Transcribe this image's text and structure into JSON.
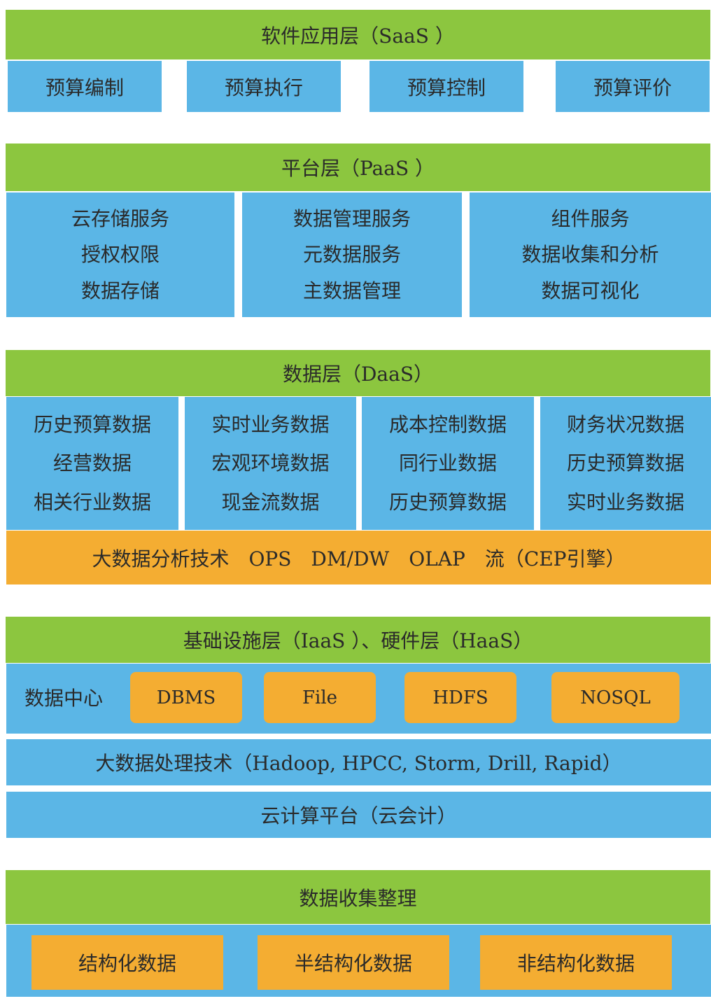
{
  "saas": {
    "title": "软件应用层（SaaS ）",
    "items": [
      "预算编制",
      "预算执行",
      "预算控制",
      "预算评价"
    ]
  },
  "paas": {
    "title": "平台层（PaaS ）",
    "columns": [
      [
        "云存储服务",
        "授权权限",
        "数据存储"
      ],
      [
        "数据管理服务",
        "元数据服务",
        "主数据管理"
      ],
      [
        "组件服务",
        "数据收集和分析",
        "数据可视化"
      ]
    ]
  },
  "daas": {
    "title": "数据层（DaaS）",
    "columns": [
      [
        "历史预算数据",
        "经营数据",
        "相关行业数据"
      ],
      [
        "实时业务数据",
        "宏观环境数据",
        "现金流数据"
      ],
      [
        "成本控制数据",
        "同行业数据",
        "历史预算数据"
      ],
      [
        "财务状况数据",
        "历史预算数据",
        "实时业务数据"
      ]
    ],
    "bigdata_analysis": "大数据分析技术　OPS　DM/DW　OLAP　流（CEP引擎）"
  },
  "iaas": {
    "title": "基础设施层（IaaS ）、硬件层（HaaS）",
    "datacenter_label": "数据中心",
    "storage": [
      "DBMS",
      "File",
      "HDFS",
      "NOSQL"
    ],
    "processing": "大数据处理技术（Hadoop, HPCC, Storm, Drill, Rapid）",
    "cloud_platform": "云计算平台（云会计）"
  },
  "collection": {
    "title": "数据收集整理",
    "items": [
      "结构化数据",
      "半结构化数据",
      "非结构化数据"
    ]
  },
  "colors": {
    "green": "#8cc63f",
    "blue": "#5bb6e6",
    "orange": "#f4ad32"
  }
}
